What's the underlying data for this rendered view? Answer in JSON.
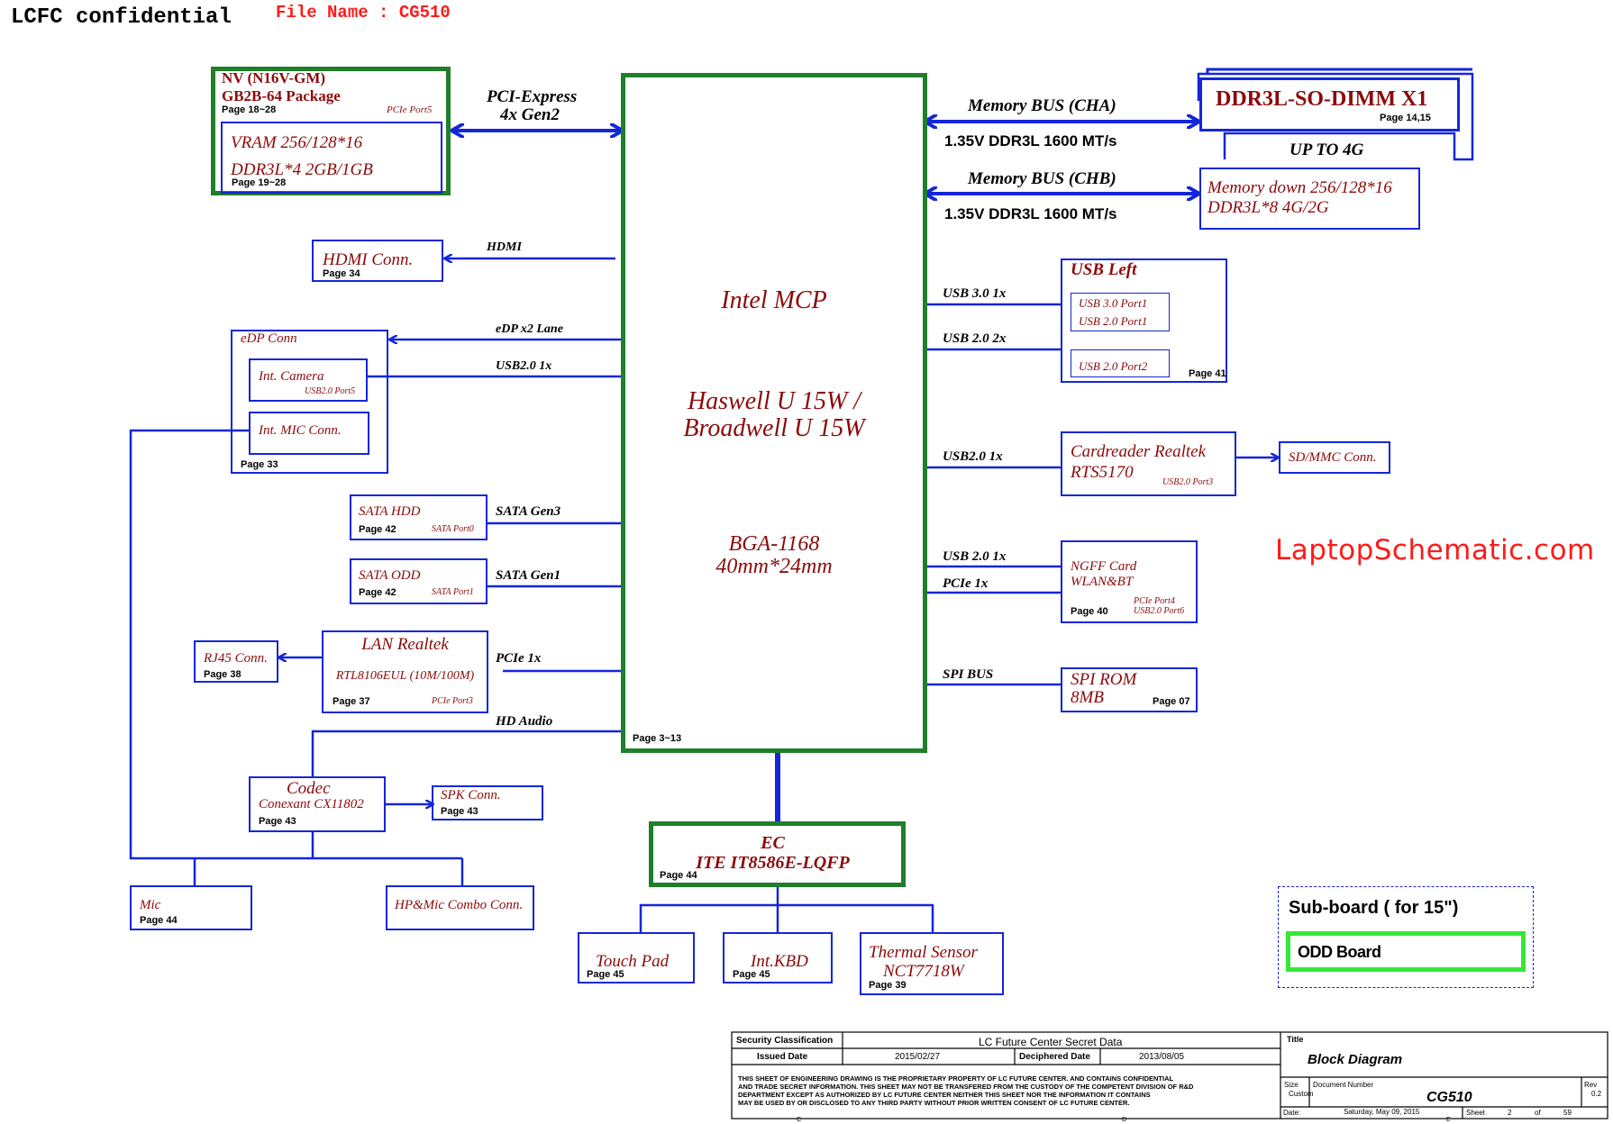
{
  "header": {
    "title": "LCFC confidential",
    "file_name": "File Name : CG510"
  },
  "cpu": {
    "name": "Intel    MCP",
    "line1": "Haswell  U 15W /",
    "line2": "Broadwell  U 15W",
    "package": "BGA-1168",
    "size": "40mm*24mm",
    "page": "Page 3~13"
  },
  "gpu": {
    "title": "NV (N16V-GM)",
    "package": "GB2B-64 Package",
    "page": "Page 18~28",
    "port": "PCIe  Port5",
    "vram1": "VRAM 256/128*16",
    "vram2": "DDR3L*4  2GB/1GB",
    "vram_page": "Page 19~28"
  },
  "pcie_link": {
    "l1": "PCI-Express",
    "l2": "4x Gen2"
  },
  "hdmi": {
    "label": "HDMI Conn.",
    "page": "Page 34",
    "bus": "HDMI"
  },
  "edp": {
    "label": "eDP Conn",
    "page": "Page 33",
    "bus": "eDP x2 Lane",
    "usb_bus": "USB2.0 1x",
    "camera": "Int. Camera",
    "camera_port": "USB2.0 Port5",
    "mic": "Int. MIC Conn."
  },
  "sata_hdd": {
    "label": "SATA HDD",
    "page": "Page 42",
    "port": "SATA Port0",
    "bus": "SATA Gen3"
  },
  "sata_odd": {
    "label": "SATA ODD",
    "page": "Page 42",
    "port": "SATA Port1",
    "bus": "SATA Gen1"
  },
  "lan": {
    "label": "LAN Realtek",
    "chip": "RTL8106EUL (10M/100M)",
    "page": "Page 37",
    "port": "PCIe Port3",
    "bus": "PCIe 1x"
  },
  "rj45": {
    "label": "RJ45 Conn.",
    "page": "Page 38"
  },
  "audio": {
    "bus": "HD Audio"
  },
  "codec": {
    "label": "Codec",
    "chip": "Conexant CX11802",
    "page": "Page 43"
  },
  "spk": {
    "label": "SPK Conn.",
    "page": "Page 43"
  },
  "mic_ext": {
    "label": "Mic",
    "page": "Page 44"
  },
  "hp": {
    "label": "HP&Mic Combo Conn."
  },
  "mem_a": {
    "bus": "Memory BUS (CHA)",
    "spec": "1.35V DDR3L 1600 MT/s",
    "dimm": "DDR3L-SO-DIMM X1",
    "page": "Page 14,15",
    "upto": "UP TO 4G"
  },
  "mem_b": {
    "bus": "Memory BUS (CHB)",
    "spec": "1.35V DDR3L 1600 MT/s",
    "l1": "Memory down 256/128*16",
    "l2": "DDR3L*8 4G/2G"
  },
  "usb_left": {
    "title": "USB Left",
    "bus1": "USB 3.0 1x",
    "bus2": "USB 2.0 2x",
    "p1a": "USB 3.0 Port1",
    "p1b": "USB 2.0 Port1",
    "p2": "USB 2.0 Port2",
    "page": "Page 41"
  },
  "card": {
    "l1": "Cardreader  Realtek",
    "l2": "RTS5170",
    "port": "USB2.0 Port3",
    "bus": "USB2.0 1x",
    "sd": "SD/MMC Conn."
  },
  "ngff": {
    "l1": "NGFF Card",
    "l2": "WLAN&BT",
    "port1": "PCIe  Port4",
    "port2": "USB2.0 Port6",
    "page": "Page 40",
    "bus1": "USB 2.0 1x",
    "bus2": "PCIe 1x"
  },
  "spi": {
    "l1": "SPI ROM",
    "l2": "8MB",
    "page": "Page 07",
    "bus": "SPI BUS"
  },
  "ec": {
    "l1": "EC",
    "l2": "ITE IT8586E-LQFP",
    "page": "Page 44"
  },
  "tp": {
    "label": "Touch Pad",
    "page": "Page 45"
  },
  "kbd": {
    "label": "Int.KBD",
    "page": "Page 45"
  },
  "thermal": {
    "l1": "Thermal Sensor",
    "l2": "NCT7718W",
    "page": "Page 39"
  },
  "watermark": "LaptopSchematic.com",
  "subboard": {
    "title": "Sub-board ( for 15\")",
    "item": "ODD Board"
  },
  "titleblock": {
    "sec_label": "Security Classification",
    "sec_value": "LC Future Center Secret Data",
    "issued_label": "Issued Date",
    "issued_value": "2015/02/27",
    "deciph_label": "Deciphered Date",
    "deciph_value": "2013/08/05",
    "notice1": "THIS SHEET OF ENGINEERING DRAWING IS THE PROPRIETARY PROPERTY OF  LC FUTURE CENTER. AND CONTAINS CONFIDENTIAL",
    "notice2": "AND TRADE SECRET INFORMATION. THIS SHEET MAY NOT BE TRANSFERED FROM THE CUSTODY OF THE COMPETENT DIVISION OF R&D",
    "notice3": "DEPARTMENT EXCEPT AS AUTHORIZED BY LC FUTURE CENTER NEITHER THIS SHEET NOR THE INFORMATION IT CONTAINS",
    "notice4": "MAY BE USED BY OR DISCLOSED TO ANY THIRD PARTY WITHOUT PRIOR WRITTEN CONSENT OF  LC FUTURE CENTER.",
    "title_label": "Title",
    "title_value": "Block Diagram",
    "size_label": "Size",
    "size_value": "Custom",
    "docnum_label": "Document Number",
    "docnum_value": "CG510",
    "rev_label": "Rev",
    "rev_value": "0.2",
    "date_label": "Date:",
    "date_value": "Saturday, May 09, 2015",
    "sheet_label": "Sheet",
    "sheet_value": "2",
    "of_label": "of",
    "of_value": "59",
    "col_c": "C",
    "col_d": "D",
    "col_e": "E"
  }
}
